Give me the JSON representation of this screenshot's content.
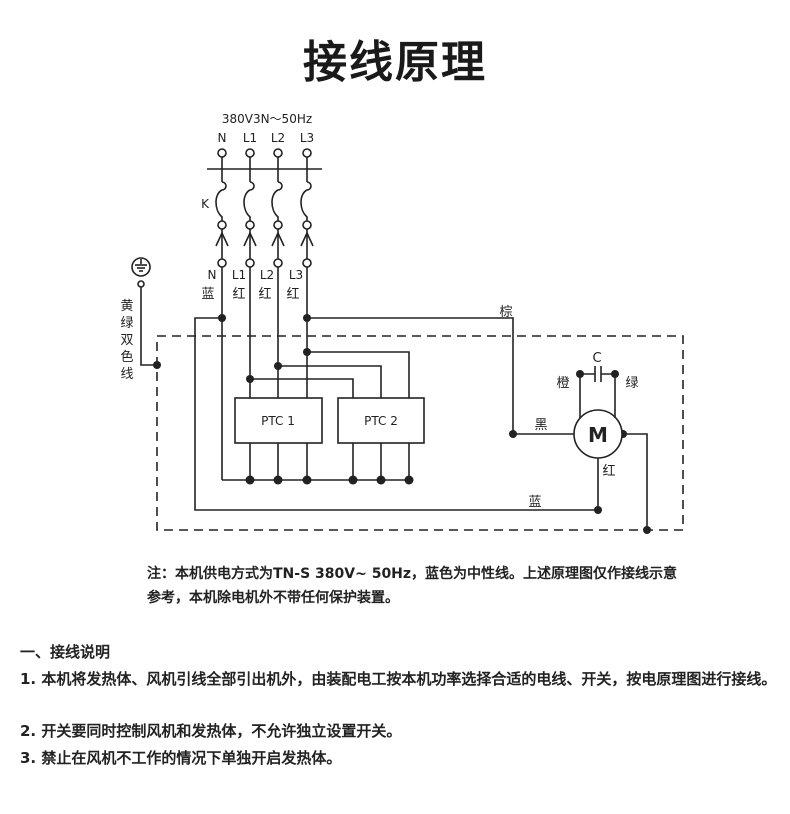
{
  "title": "接线原理",
  "diagram": {
    "supply_label": "380V3N～50Hz",
    "top_terminals": [
      "N",
      "L1",
      "L2",
      "L3"
    ],
    "switch_label": "K",
    "out_terminals": [
      "N",
      "L1",
      "L2",
      "L3"
    ],
    "wire_colors": [
      "蓝",
      "红",
      "红",
      "红"
    ],
    "ground_wire_label": [
      "黄",
      "绿",
      "双",
      "色",
      "线"
    ],
    "heaters": [
      "PTC 1",
      "PTC 2"
    ],
    "motor_label": "M",
    "capacitor_label": "C",
    "motor_wires": {
      "brown": "棕",
      "black": "黑",
      "orange": "橙",
      "green": "绿",
      "red": "红",
      "blue": "蓝"
    }
  },
  "note": {
    "line1": "注：本机供电方式为TN-S 380V~ 50Hz，蓝色为中性线。上述原理图仅作接线示意",
    "line2": "参考，本机除电机外不带任何保护装置。"
  },
  "instructions": {
    "heading": "一、接线说明",
    "items": [
      "1. 本机将发热体、风机引线全部引出机外，由装配电工按本机功率选择合适的电线、开关，按电原理图进行接线。",
      "2. 开关要同时控制风机和发热体，不允许独立设置开关。",
      "3. 禁止在风机不工作的情况下单独开启发热体。"
    ]
  }
}
